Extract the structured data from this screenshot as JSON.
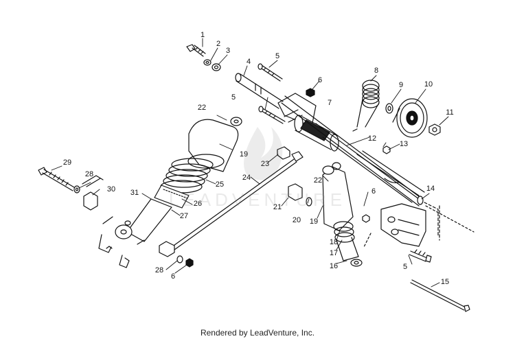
{
  "footer": {
    "text": "Rendered by LeadVenture, Inc."
  },
  "watermark": {
    "text": "LEADVENTURE"
  },
  "callouts": [
    {
      "id": "c1",
      "label": "1"
    },
    {
      "id": "c2",
      "label": "2"
    },
    {
      "id": "c3",
      "label": "3"
    },
    {
      "id": "c4",
      "label": "4"
    },
    {
      "id": "c5a",
      "label": "5"
    },
    {
      "id": "c5b",
      "label": "5"
    },
    {
      "id": "c5c",
      "label": "5"
    },
    {
      "id": "c6a",
      "label": "6"
    },
    {
      "id": "c6b",
      "label": "6"
    },
    {
      "id": "c6c",
      "label": "6"
    },
    {
      "id": "c7",
      "label": "7"
    },
    {
      "id": "c8",
      "label": "8"
    },
    {
      "id": "c9",
      "label": "9"
    },
    {
      "id": "c10",
      "label": "10"
    },
    {
      "id": "c11",
      "label": "11"
    },
    {
      "id": "c12",
      "label": "12"
    },
    {
      "id": "c13",
      "label": "13"
    },
    {
      "id": "c14",
      "label": "14"
    },
    {
      "id": "c15",
      "label": "15"
    },
    {
      "id": "c16",
      "label": "16"
    },
    {
      "id": "c17",
      "label": "17"
    },
    {
      "id": "c18",
      "label": "18"
    },
    {
      "id": "c19a",
      "label": "19"
    },
    {
      "id": "c19b",
      "label": "19"
    },
    {
      "id": "c20",
      "label": "20"
    },
    {
      "id": "c21",
      "label": "21"
    },
    {
      "id": "c22a",
      "label": "22"
    },
    {
      "id": "c22b",
      "label": "22"
    },
    {
      "id": "c23",
      "label": "23"
    },
    {
      "id": "c24",
      "label": "24"
    },
    {
      "id": "c25",
      "label": "25"
    },
    {
      "id": "c26",
      "label": "26"
    },
    {
      "id": "c27",
      "label": "27"
    },
    {
      "id": "c28a",
      "label": "28"
    },
    {
      "id": "c28b",
      "label": "28"
    },
    {
      "id": "c29",
      "label": "29"
    },
    {
      "id": "c30",
      "label": "30"
    },
    {
      "id": "c31",
      "label": "31"
    }
  ]
}
